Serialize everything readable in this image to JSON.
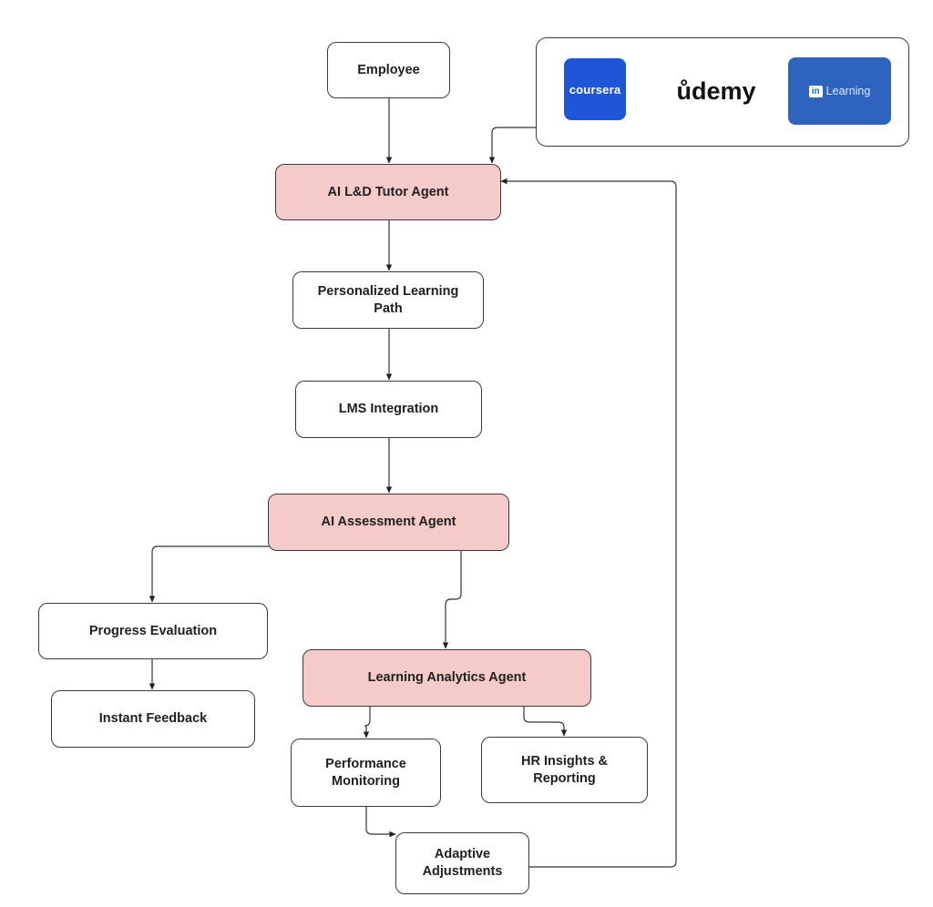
{
  "nodes": {
    "employee": "Employee",
    "tutor_agent": "AI L&D Tutor Agent",
    "learning_path": "Personalized Learning Path",
    "lms_integration": "LMS Integration",
    "assessment_agent": "AI Assessment Agent",
    "progress_evaluation": "Progress Evaluation",
    "instant_feedback": "Instant Feedback",
    "analytics_agent": "Learning Analytics Agent",
    "performance_monitoring": "Performance\nMonitoring",
    "hr_insights": "HR Insights & Reporting",
    "adaptive_adjustments": "Adaptive\nAdjustments"
  },
  "providers": {
    "coursera": "coursera",
    "udemy": "ůdemy",
    "linkedin_badge": "in",
    "linkedin_text": "Learning"
  },
  "colors": {
    "agent_fill": "#f5cbc9",
    "node_fill": "#ffffff",
    "border": "#3a3a3a",
    "coursera_blue": "#1f56d8",
    "linkedin_blue": "#2e63c0"
  }
}
